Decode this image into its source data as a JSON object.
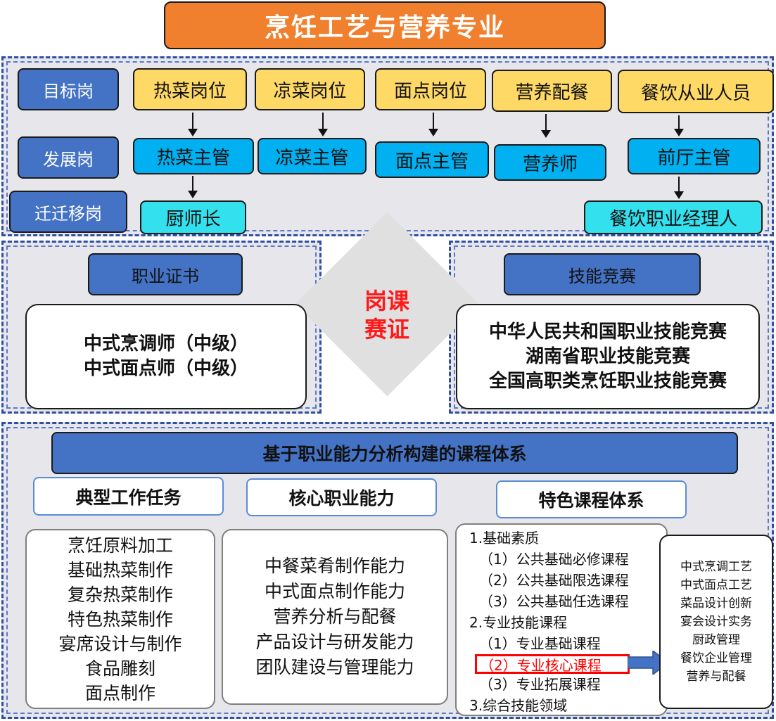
{
  "title": "烹饪工艺与营养专业",
  "positions": {
    "row_labels": {
      "target": "目标岗",
      "development": "发展岗",
      "transfer": "迁迁移岗"
    },
    "target": [
      "热菜岗位",
      "凉菜岗位",
      "面点岗位",
      "营养配餐",
      "餐饮从业人员"
    ],
    "development": [
      "热菜主管",
      "凉菜主管",
      "面点主管",
      "营养师",
      "前厅主管"
    ],
    "transfer": [
      "厨师长",
      "餐饮职业经理人"
    ]
  },
  "certificate": {
    "header": "职业证书",
    "items": [
      "中式烹调师（中级）",
      "中式面点师（中级）"
    ]
  },
  "center": {
    "line1": "岗课",
    "line2": "赛证"
  },
  "competition": {
    "header": "技能竞赛",
    "items": [
      "中华人民共和国职业技能竞赛",
      "湖南省职业技能竞赛",
      "全国高职类烹饪职业技能竞赛"
    ]
  },
  "curriculum": {
    "header": "基于职业能力分析构建的课程体系",
    "tasks": {
      "header": "典型工作任务",
      "items": [
        "烹饪原料加工",
        "基础热菜制作",
        "复杂热菜制作",
        "特色热菜制作",
        "宴席设计与制作",
        "食品雕刻",
        "面点制作"
      ]
    },
    "abilities": {
      "header": "核心职业能力",
      "items": [
        "中餐菜肴制作能力",
        "中式面点制作能力",
        "营养分析与配餐",
        "产品设计与研发能力",
        "团队建设与管理能力"
      ]
    },
    "system": {
      "header": "特色课程体系",
      "items": [
        "1.基础素质",
        "（1）公共基础必修课程",
        "（2）公共基础限选课程",
        "（3）公共基础任选课程",
        "2.专业技能课程",
        "（1）专业基础课程",
        "（2）专业核心课程",
        "（3）专业拓展课程",
        "3.综合技能领域"
      ]
    },
    "core_courses": [
      "中式烹调工艺",
      "中式面点工艺",
      "菜品设计创新",
      "宴会设计实务",
      "厨政管理",
      "餐饮企业管理",
      "营养与配餐"
    ]
  }
}
